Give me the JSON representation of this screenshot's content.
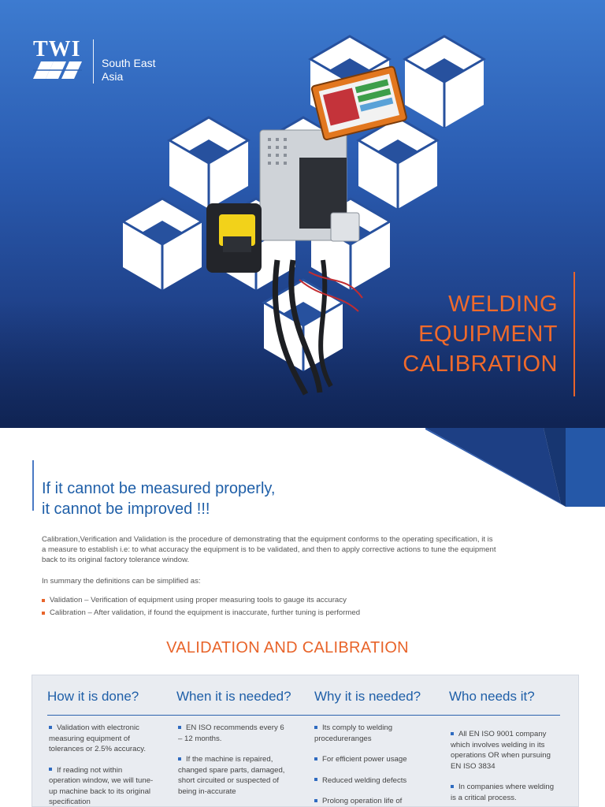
{
  "logo": {
    "word": "TWI",
    "sub_line1": "South East",
    "sub_line2": "Asia"
  },
  "hero": {
    "title_line1": "WELDING",
    "title_line2": "EQUIPMENT",
    "title_line3": "CALIBRATION"
  },
  "quote": {
    "line1": "If it cannot be measured properly,",
    "line2": "it cannot be improved !!!"
  },
  "intro": {
    "line1": "Calibration,Verification and Validation is the procedure of demonstrating that the equipment conforms to the operating specification, it is",
    "line2": "a measure to establish i.e: to what accuracy the equipment is to be validated, and then to apply corrective actions to tune the equipment",
    "line3": "back to its original factory tolerance window.",
    "summary": "In summary the definitions can be simplified as:"
  },
  "bullets": [
    "Validation – Verification of equipment using proper measuring tools to gauge its accuracy",
    "Calibration – After validation, if found the equipment is inaccurate, further tuning is performed"
  ],
  "section": {
    "title": "VALIDATION AND CALIBRATION"
  },
  "table": {
    "headers": [
      "How it is done?",
      "When it is needed?",
      "Why it is needed?",
      "Who needs it?"
    ],
    "col1": [
      [
        "Validation with electronic",
        "measuring equipment of",
        "tolerances or 2.5% accuracy."
      ],
      [
        "If reading not within",
        "operation window, we will tune-",
        "up machine back to its original",
        "specification"
      ]
    ],
    "col2": [
      [
        "EN ISO recommends every 6",
        "– 12 months."
      ],
      [
        "If the machine is repaired,",
        "changed spare parts, damaged,",
        "short circuited or suspected of",
        "being in-accurate"
      ]
    ],
    "col3": [
      [
        "Its comply to welding",
        "procedureranges"
      ],
      [
        "For efficient power usage"
      ],
      [
        "Reduced welding defects"
      ],
      [
        "Prolong operation life of"
      ]
    ],
    "col4": [
      [
        "All EN ISO 9001 company",
        "which involves welding in its",
        "operations OR when pursuing",
        "EN ISO 3834"
      ],
      [
        "In companies where welding",
        "is a critical process."
      ]
    ]
  },
  "colors": {
    "accent": "#e8642a",
    "brand_blue": "#1f5fa8",
    "hero_blue": "#2a5bb0"
  }
}
